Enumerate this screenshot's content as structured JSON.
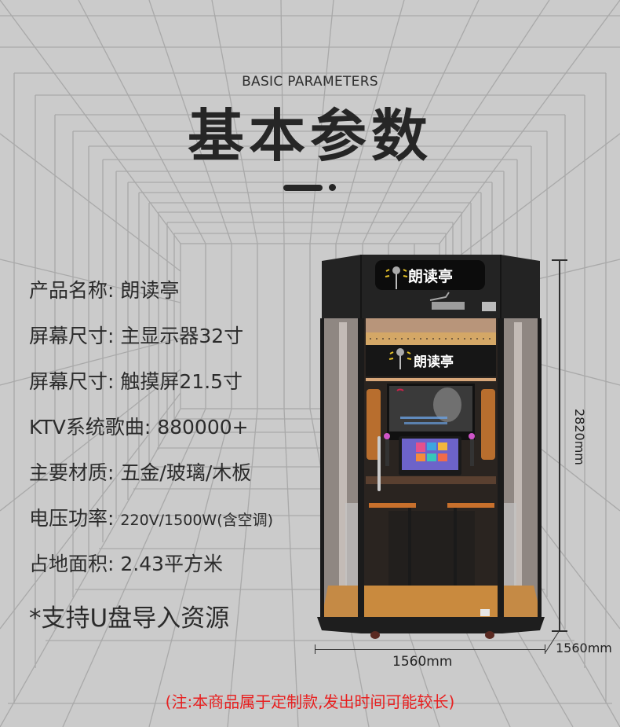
{
  "header": {
    "subtitle": "BASIC PARAMETERS",
    "title": "基本参数"
  },
  "specs": [
    {
      "label": "产品名称:",
      "value": "朗读亭"
    },
    {
      "label": "屏幕尺寸:",
      "value": "主显示器32寸"
    },
    {
      "label": "屏幕尺寸:",
      "value": "触摸屏21.5寸"
    },
    {
      "label": "KTV系统歌曲:",
      "value": "880000+"
    },
    {
      "label": "主要材质:",
      "value": "五金/玻璃/木板"
    },
    {
      "label": "电压功率:",
      "value": "220V/1500W(含空调)"
    },
    {
      "label": "占地面积:",
      "value": "2.43平方米"
    }
  ],
  "support_note": "*支持U盘导入资源",
  "footer_note": "(注:本商品属于定制款,发出时间可能较长)",
  "product_image": {
    "sign_top": "朗读亭",
    "sign_inner": "朗读亭",
    "dimensions": {
      "height": "2820mm",
      "width": "1560mm",
      "depth": "1560mm"
    }
  },
  "colors": {
    "background": "#cbcbcb",
    "text": "#2b2b2b",
    "note_red": "#e82020",
    "booth_frame": "#1e1e1e",
    "wood": "#c98a3e"
  }
}
